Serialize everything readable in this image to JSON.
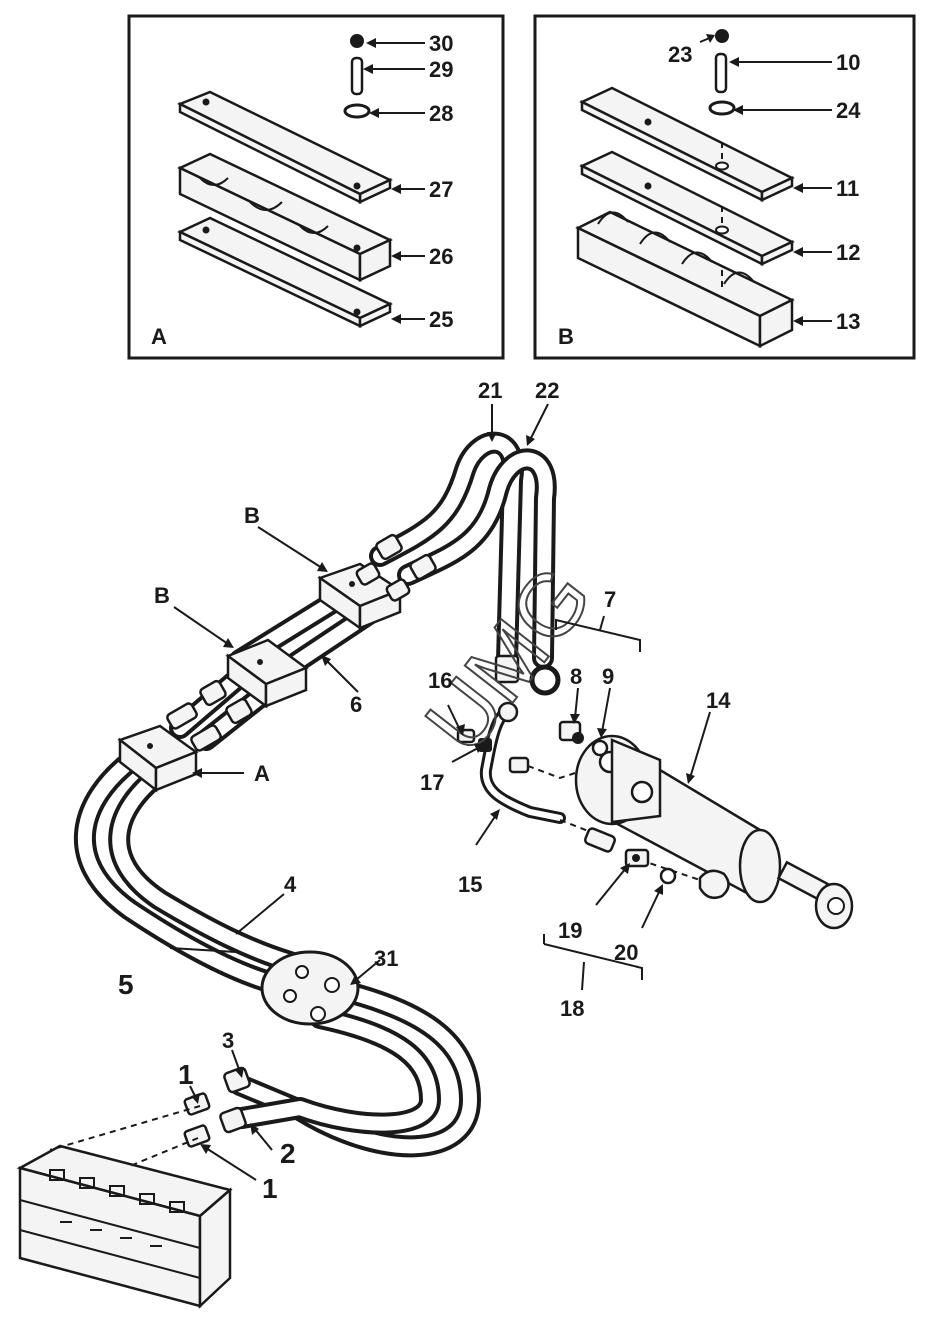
{
  "inset_a": {
    "letter": "A",
    "callouts": [
      "30",
      "29",
      "28",
      "27",
      "26",
      "25"
    ]
  },
  "inset_b": {
    "letter": "B",
    "callouts": [
      "23",
      "10",
      "24",
      "11",
      "12",
      "13"
    ]
  },
  "main": {
    "callouts": {
      "c21": "21",
      "c22": "22",
      "c7": "7",
      "c8": "8",
      "c9": "9",
      "c14": "14",
      "c16": "16",
      "c17": "17",
      "c15": "15",
      "c6": "6",
      "cB1": "B",
      "cB2": "B",
      "cA": "A",
      "c4": "4",
      "c5": "5",
      "c31": "31",
      "c19": "19",
      "c20": "20",
      "c18": "18",
      "c3": "3",
      "c1a": "1",
      "c2": "2",
      "c1b": "1"
    },
    "watermark": "UMG"
  }
}
